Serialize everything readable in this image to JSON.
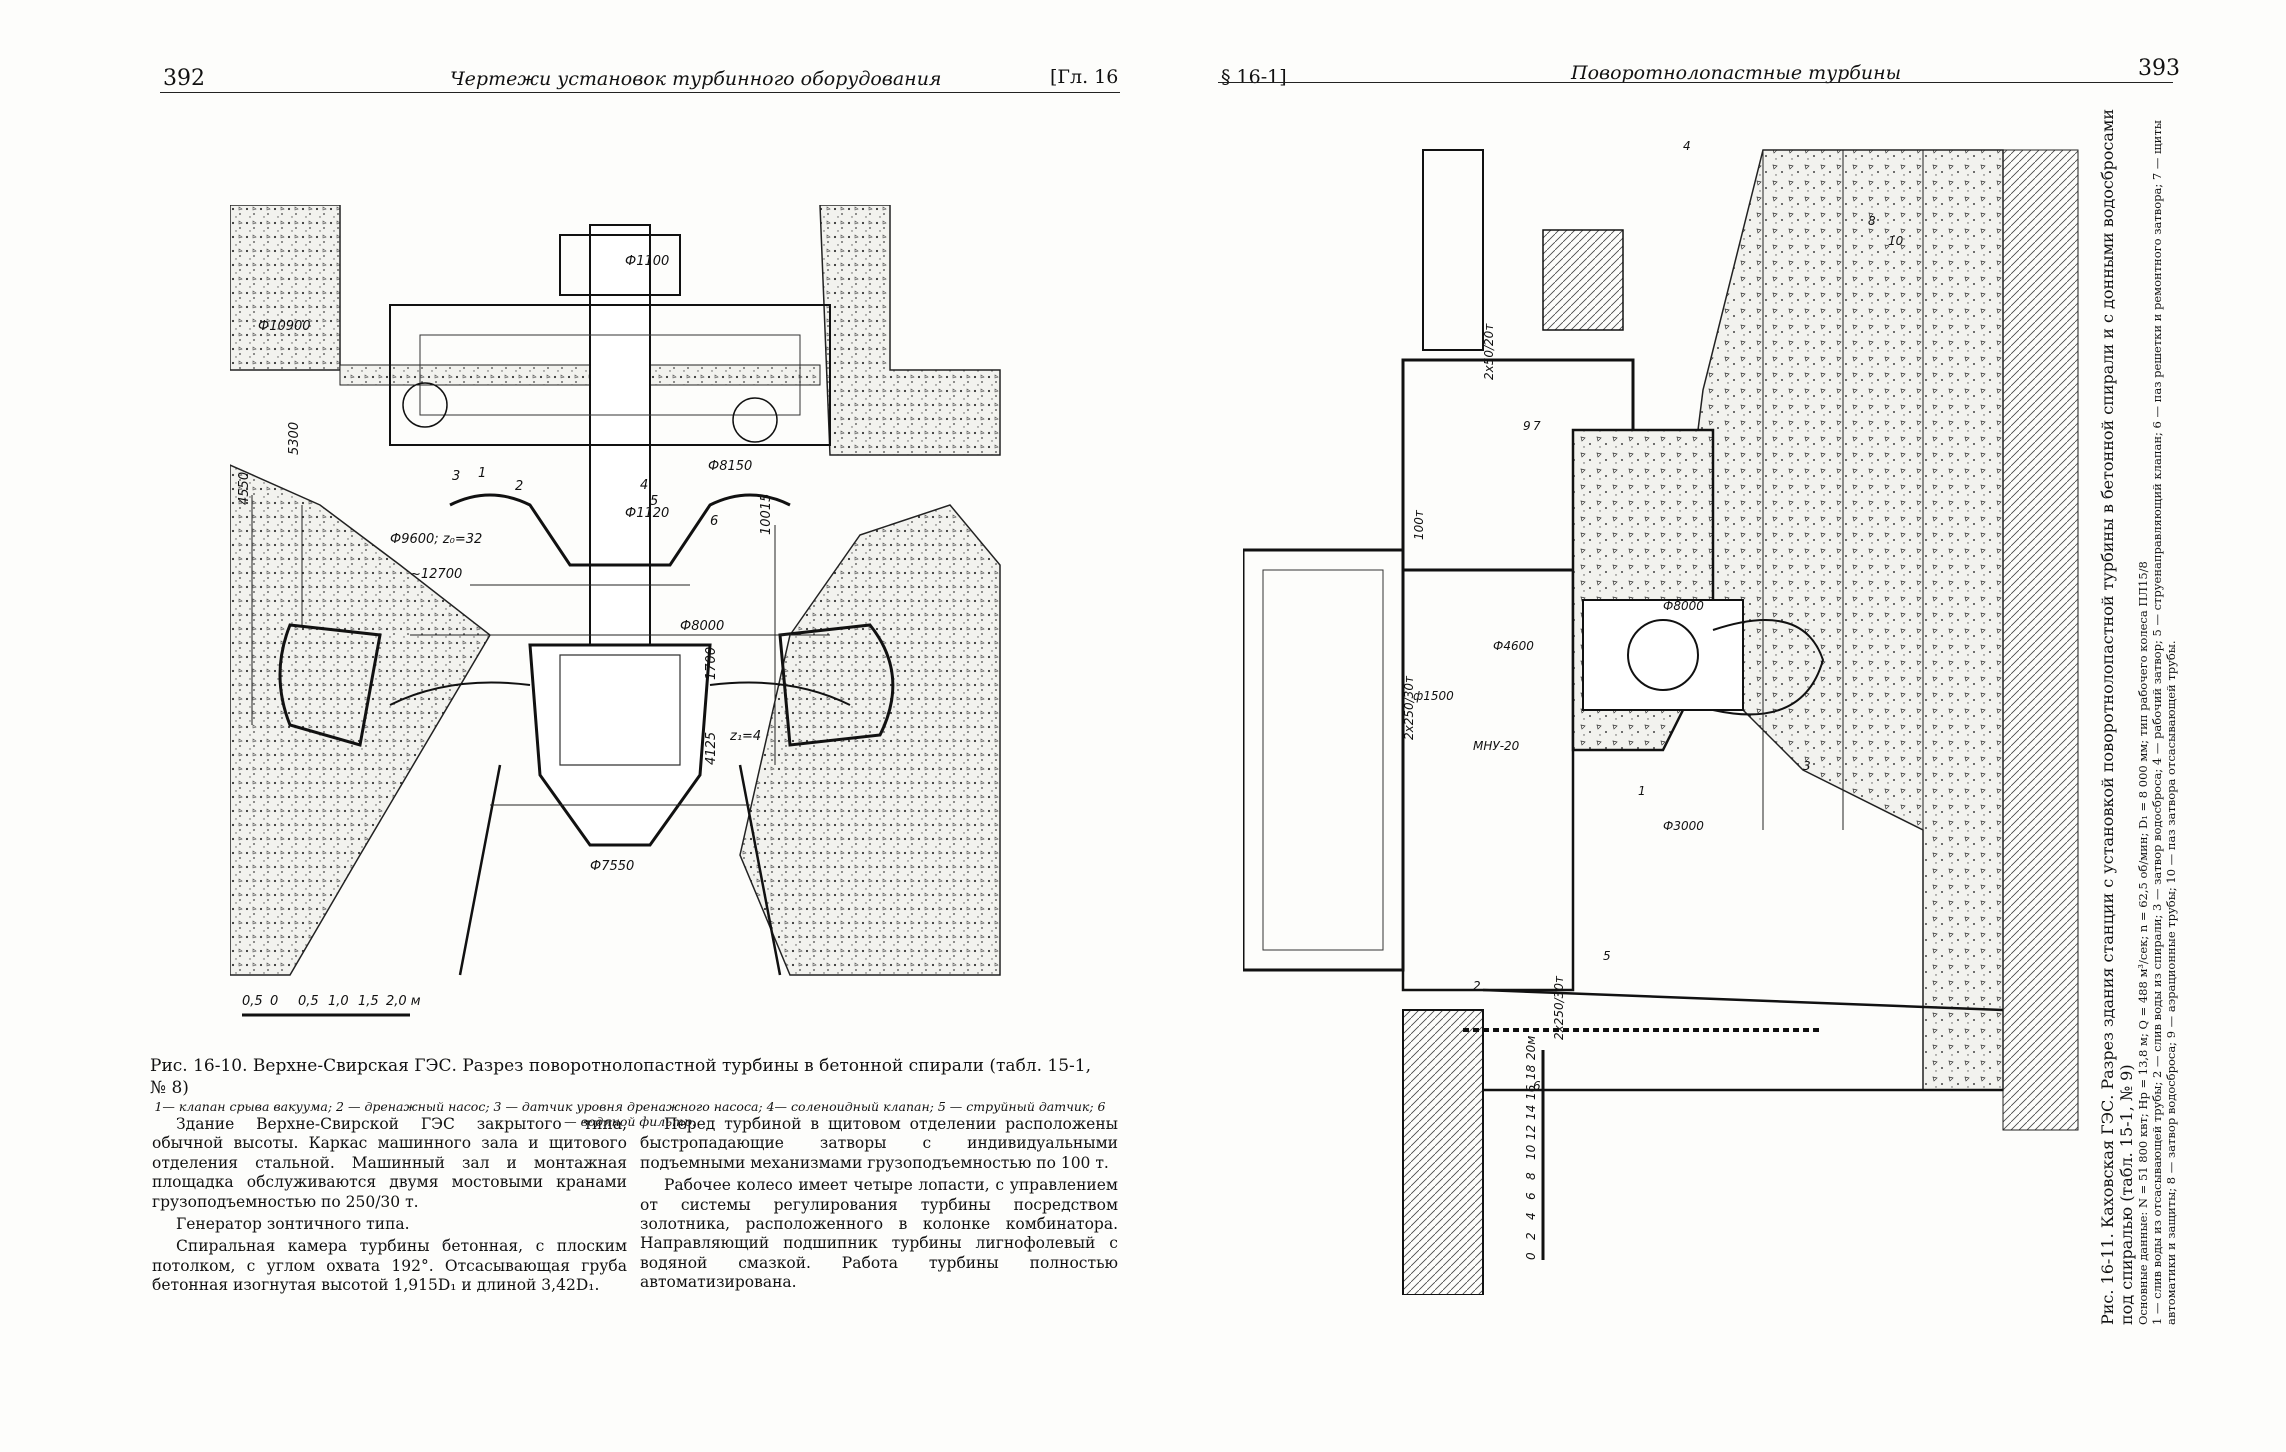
{
  "left_page": {
    "page_number": "392",
    "running_title": "Чертежи установок турбинного оборудования",
    "chapter_ref": "[Гл. 16",
    "figure": {
      "dimension_labels": [
        "Ф10900",
        "Ф1100",
        "Ф1120",
        "Ф8150",
        "Ф9600; z₀=32",
        "~12700",
        "Ф8000",
        "Ф7550",
        "4550",
        "5300",
        "10015",
        "1700",
        "4125",
        "z₁=4",
        "1",
        "2",
        "3",
        "4",
        "5",
        "6"
      ],
      "scale_labels": [
        "0,5",
        "0",
        "0,5",
        "1,0",
        "1,5",
        "2,0 м"
      ]
    },
    "caption_title": "Рис. 16-10. Верхне-Свирская ГЭС. Разрез поворотнолопастной турбины в бетонной спирали (табл. 15-1, № 8)",
    "caption_legend": "1— клапан срыва вакуума; 2 — дренажный насос; 3 — датчик уровня дренажного насоса; 4— соленоидный клапан; 5 — струйный датчик; 6 — водяной фильтр.",
    "col1": [
      "Здание Верхне-Свирской ГЭС закрытого типа, обычной высоты. Каркас машинного зала и щитового отделения стальной. Машинный зал и монтажная площадка обслуживаются двумя мостовыми кранами грузоподъемностью по 250/30 т.",
      "Генератор зонтичного типа.",
      "Спиральная камера турбины бетонная, с плоским потолком, с углом охвата 192°. Отсасывающая груба бетонная изогнутая высотой 1,915D₁ и длиной 3,42D₁."
    ],
    "col2": [
      "Перед турбиной в щитовом отделении расположены быстропадающие затворы с индивидуальными подъемными механизмами грузоподъемностью по 100 т.",
      "Рабочее колесо имеет четыре лопасти, с управлением от системы регулирования турбины посредством золотника, расположенного в колонке комбинатора. Направляющий подшипник турбины лигнофолевый с водяной смазкой. Работа турбины полностью автоматизирована."
    ]
  },
  "right_page": {
    "section_ref": "§ 16-1]",
    "running_title": "Поворотнолопастные турбины",
    "page_number": "393",
    "figure": {
      "labels": [
        "1",
        "2",
        "3",
        "4",
        "5",
        "6",
        "7",
        "8",
        "9",
        "10",
        "ф1500",
        "Ф4600",
        "Ф3000",
        "Ф8000",
        "МНУ-20",
        "2х250/30т",
        "2х250/30т",
        "100т",
        "2х50/20т"
      ],
      "scale_labels": [
        "0",
        "2",
        "4",
        "6",
        "8",
        "10",
        "12",
        "14",
        "16",
        "18",
        "20м"
      ]
    },
    "caption_title": "Рис. 16-11. Каховская ГЭС. Разрез здания станции с установкой поворотнолопастной турбины в бетонной спирали и с донными водосбросами под спиралью (табл. 15-1, № 9)",
    "caption_data": "Основные данные: N = 51 800 квт; Hр = 13,8 м; Q = 488 м³/сек; n = 62,5 об/мин; D₁ = 8 000 мм; тип рабочего колеса ПЛ15/8",
    "caption_legend": "1 — слив воды из отсасывающей трубы; 2 — слив воды из спирали; 3 — затвор водосброса; 4 — рабочий затвор; 5 — струенаправляющий клапан; 6 — паз решетки и ремонтного затвора; 7 — щиты автоматики и защиты; 8 — затвор водосброса; 9 — аэрационные трубы; 10 — паз затвора отсасывающей трубы."
  }
}
